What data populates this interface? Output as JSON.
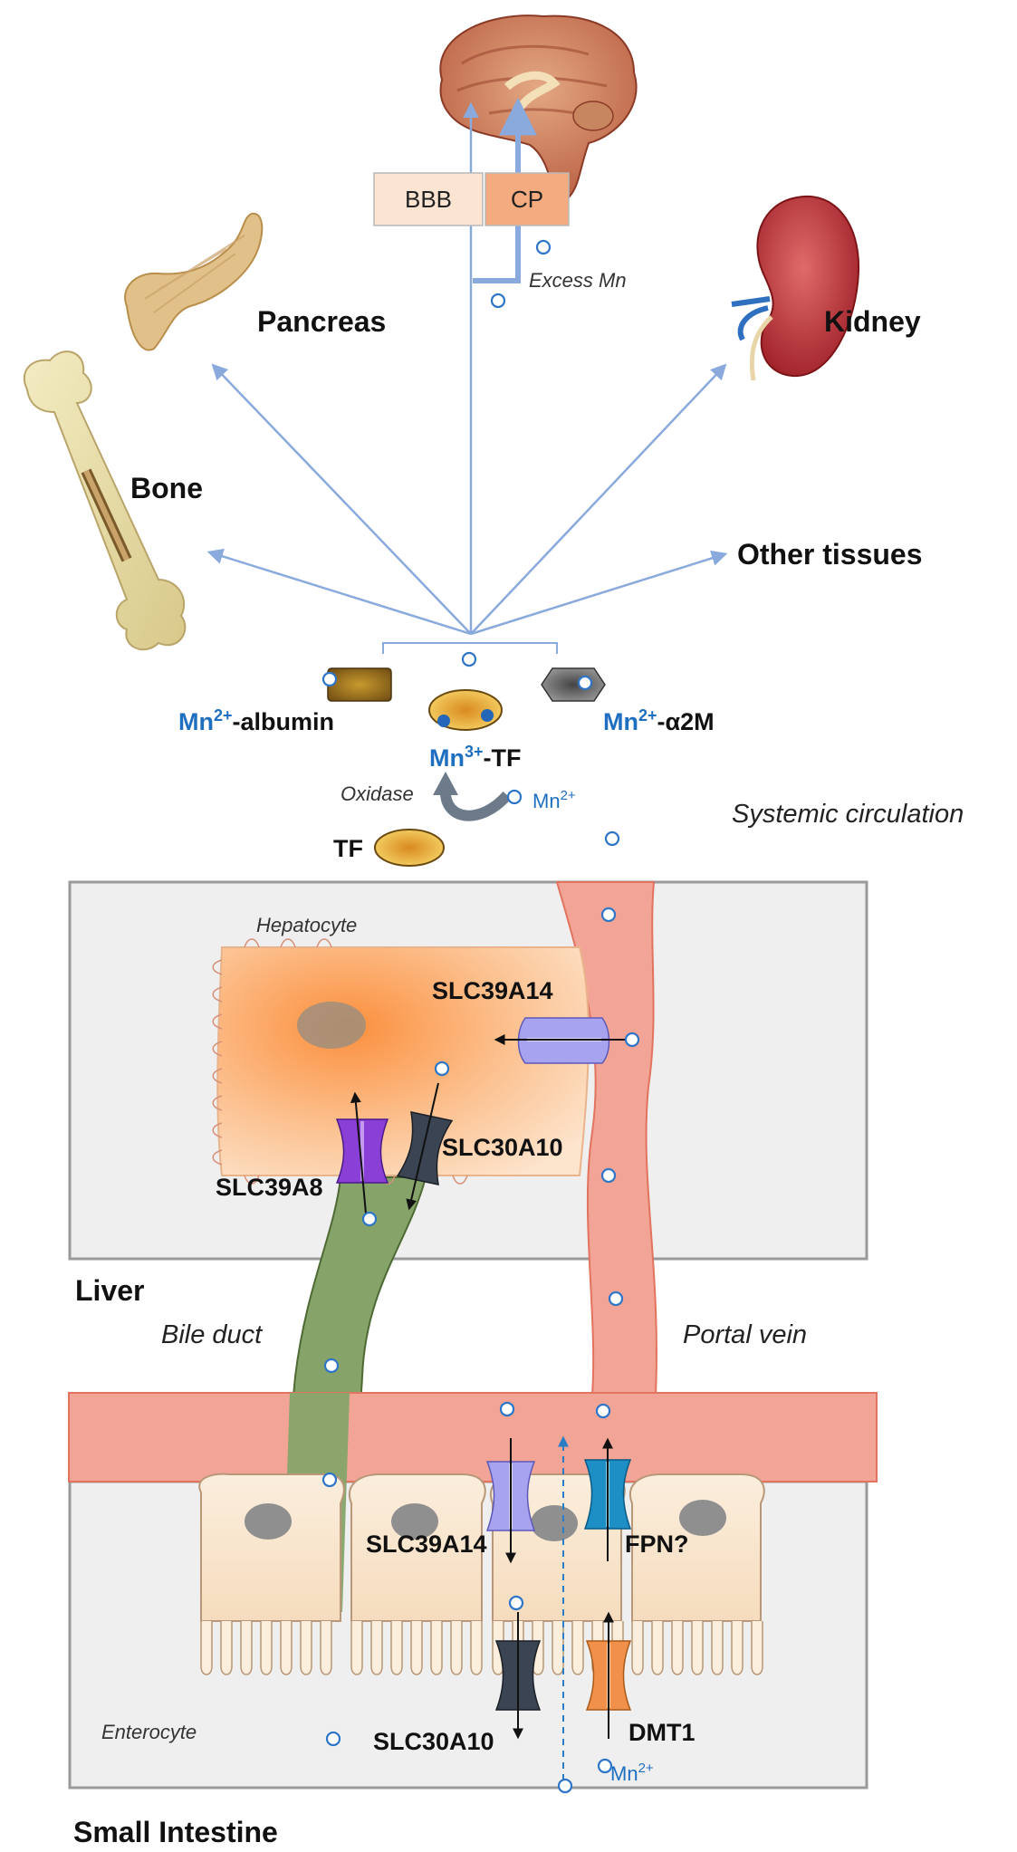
{
  "organs": {
    "pancreas": "Pancreas",
    "kidney": "Kidney",
    "bone": "Bone",
    "other_tissues": "Other tissues"
  },
  "brain_barriers": {
    "bbb": "BBB",
    "cp": "CP",
    "excess_mn": "Excess Mn"
  },
  "carriers": {
    "mn2": "Mn",
    "mn2_sup": "2+",
    "albumin_suffix": "-albumin",
    "mn3": "Mn",
    "mn3_sup": "3+",
    "tf_suffix": "-TF",
    "a2m_suffix": "-α2M",
    "oxidase": "Oxidase",
    "tf": "TF",
    "free_mn": "Mn",
    "free_mn_sup": "2+"
  },
  "compartments": {
    "systemic": "Systemic circulation",
    "hepatocyte": "Hepatocyte",
    "liver": "Liver",
    "bile_duct": "Bile duct",
    "portal_vein": "Portal vein",
    "enterocyte": "Enterocyte",
    "small_intestine": "Small Intestine"
  },
  "transporters": {
    "liver_slc39a14": "SLC39A14",
    "liver_slc30a10": "SLC30A10",
    "liver_slc39a8": "SLC39A8",
    "gut_slc39a14": "SLC39A14",
    "gut_fpn": "FPN?",
    "gut_slc30a10": "SLC30A10",
    "gut_dmt1": "DMT1",
    "lumen_mn": "Mn",
    "lumen_mn_sup": "2+"
  },
  "colors": {
    "arrow_blue": "#8aa9dc",
    "mn_circle": "#2e75c7",
    "slc39a14": "#9b98e8",
    "slc30a10": "#3b4452",
    "slc39a8": "#8a3fd6",
    "fpn": "#1d8fc4",
    "dmt1": "#f0904a",
    "portal_vein": "#f2a596",
    "bile_duct": "#7a9a5c"
  }
}
